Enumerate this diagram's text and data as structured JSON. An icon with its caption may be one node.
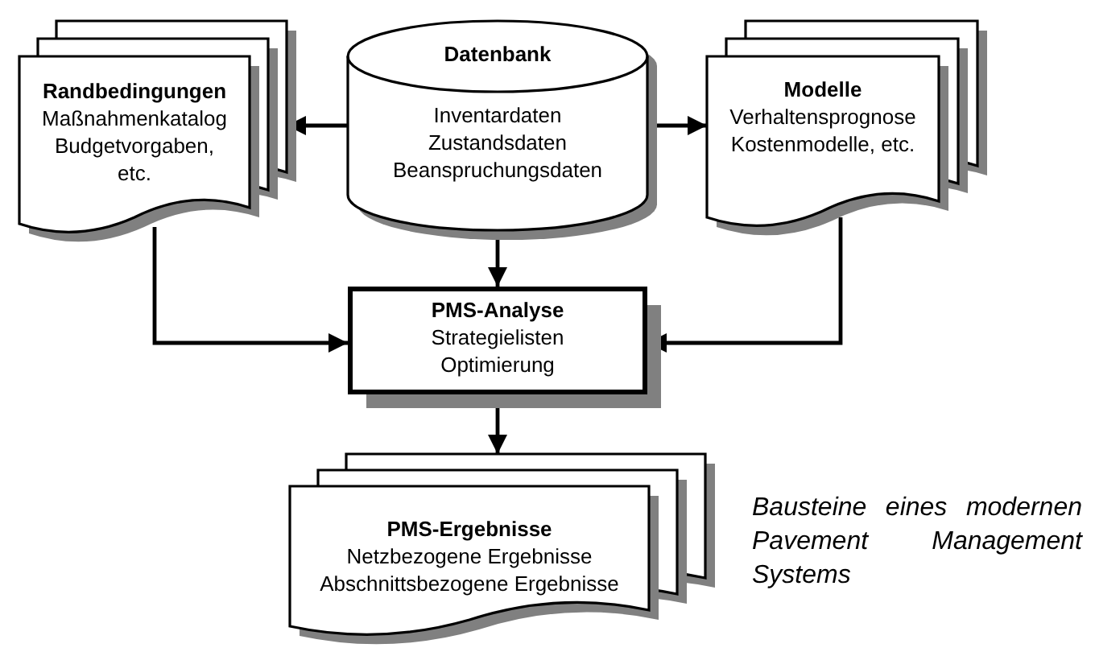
{
  "diagram": {
    "caption": "Bausteine eines modernen Pavement Management Systems",
    "nodes": [
      {
        "text": [
          "Randbedingungen",
          "Maßnahmenkatalog Budgetvorgaben, etc."
        ]
      },
      {
        "text": [
          "Datenbank",
          "Inventardaten Zustandsdaten Beanspruchungsdaten"
        ]
      },
      {
        "text": [
          "Modelle",
          "Verhaltensprognose Kostenmodelle, etc."
        ]
      },
      {
        "text": [
          "PMS-Analyse",
          "Strategielisten Optimierung"
        ]
      },
      {
        "text": [
          "PMS-Ergebnisse",
          "Netzbezogene Ergebnisse Abschnittsbezogene Ergebnisse"
        ]
      }
    ],
    "edges": [
      {
        "from": 1,
        "to": 0,
        "arrow": "to"
      },
      {
        "from": 1,
        "to": 2,
        "arrow": "to"
      },
      {
        "from": 1,
        "to": 3,
        "arrow": "to"
      },
      {
        "from": 0,
        "to": 3,
        "arrow": "to"
      },
      {
        "from": 2,
        "to": 3,
        "arrow": "to"
      },
      {
        "from": 3,
        "to": 4,
        "arrow": "to"
      }
    ]
  }
}
